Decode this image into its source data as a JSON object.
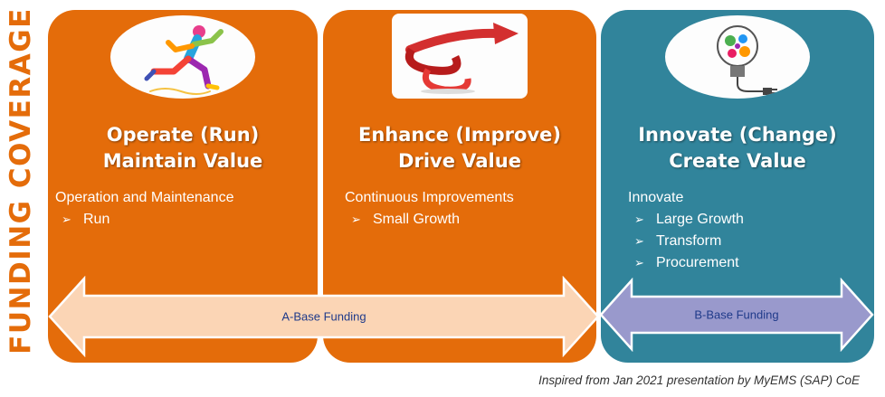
{
  "side_title": "FUNDING COVERAGE",
  "panels": [
    {
      "image_icon": "running-athlete-icon",
      "title_line1": "Operate (Run)",
      "title_line2": "Maintain Value",
      "description": "Operation and Maintenance",
      "bullets": [
        "Run"
      ],
      "color": "#e46c0a"
    },
    {
      "image_icon": "red-spiral-arrow-icon",
      "title_line1": "Enhance (Improve)",
      "title_line2": "Drive Value",
      "description": "Continuous Improvements",
      "bullets": [
        "Small Growth"
      ],
      "color": "#e46c0a"
    },
    {
      "image_icon": "lightbulb-gears-icon",
      "title_line1": "Innovate (Change)",
      "title_line2": "Create Value",
      "description": "Innovate",
      "bullets": [
        "Large Growth",
        "Transform",
        "Procurement"
      ],
      "color": "#31849b"
    }
  ],
  "arrows": [
    {
      "label": "A-Base Funding",
      "fill": "#fbd5b5"
    },
    {
      "label": "B-Base Funding",
      "fill": "#9999cc"
    }
  ],
  "bullet_marker": "➢",
  "credit": "Inspired from Jan 2021 presentation by MyEMS (SAP) CoE"
}
